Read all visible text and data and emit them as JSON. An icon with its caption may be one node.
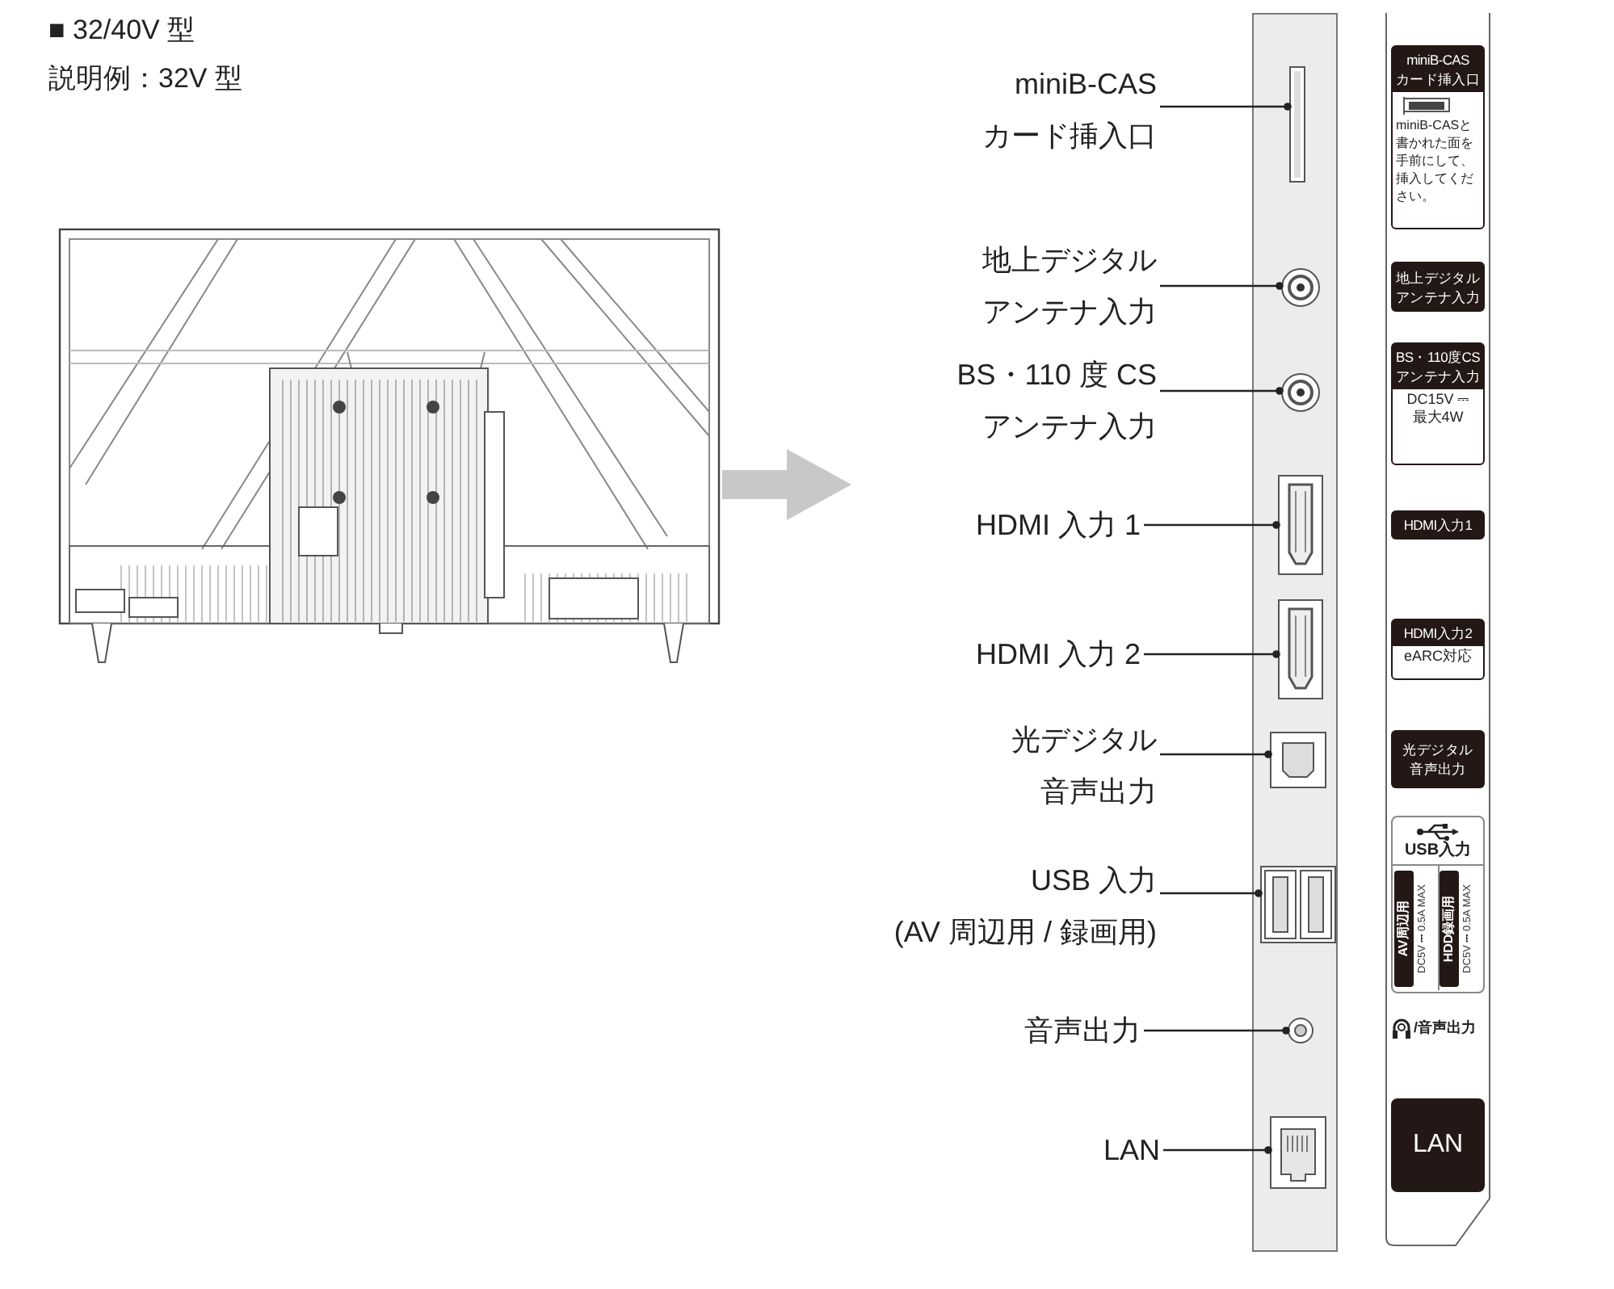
{
  "diagram": {
    "nodes": [
      {
        "text": [],
        "shape": "picture"
      },
      {
        "text": [],
        "shape": "bar"
      },
      {
        "text": [],
        "shape": "box",
        "in": 1
      },
      {
        "text": [],
        "shape": "circle",
        "in": 1
      },
      {
        "text": [],
        "shape": "circle",
        "in": 1
      },
      {
        "text": [],
        "shape": "box",
        "in": 1
      },
      {
        "text": [],
        "shape": "box",
        "in": 1
      },
      {
        "text": [],
        "shape": "box",
        "in": 1
      },
      {
        "text": [],
        "shape": "box",
        "in": 1
      },
      {
        "text": [],
        "shape": "circle",
        "in": 1
      },
      {
        "text": [],
        "shape": "box",
        "in": 1
      },
      {
        "text": [
          "miniB-CAS",
          "カード挿入口"
        ]
      },
      {
        "text": [
          "地上デジタル",
          "アンテナ入力"
        ]
      },
      {
        "text": [
          "BS・110 度 CS",
          "アンテナ入力"
        ]
      },
      {
        "text": [
          "HDMI 入力 1"
        ]
      },
      {
        "text": [
          "HDMI 入力 2"
        ]
      },
      {
        "text": [
          "光デジタル",
          "音声出力"
        ]
      },
      {
        "text": [
          "USB 入力",
          "(AV 周辺用 / 録画用)"
        ]
      },
      {
        "text": [
          "音声出力"
        ]
      },
      {
        "text": [
          "LAN"
        ]
      },
      {
        "text": [],
        "shape": "bar"
      },
      {
        "text": [
          "miniB-CAS",
          "カード挿入口",
          "miniB-CASと書かれた面を手前にして、挿入してください。"
        ],
        "in": 20
      },
      {
        "text": [
          "地上デジタル",
          "アンテナ入力"
        ],
        "in": 20
      },
      {
        "text": [
          "BS・110度CS",
          "アンテナ入力",
          "DC15V ⎓",
          "最大4W"
        ],
        "in": 20
      },
      {
        "text": [
          "HDMI入力1"
        ],
        "in": 20
      },
      {
        "text": [
          "HDMI入力2",
          "eARC対応"
        ],
        "in": 20
      },
      {
        "text": [
          "光デジタル",
          "音声出力"
        ],
        "in": 20
      },
      {
        "text": [
          "USB入力",
          "AV周辺用",
          "DC5V ⎓ 0.5A MAX",
          "HDD録画用",
          "DC5V ⎓ 0.5A MAX"
        ],
        "in": 20
      },
      {
        "text": [
          "LAN"
        ],
        "in": 20
      }
    ],
    "edges": [
      {
        "from": 0,
        "to": null,
        "arrow": "to",
        "style": "thick",
        "color": "#c8c8c8"
      },
      {
        "from": 11,
        "to": 2,
        "arrow": "other"
      },
      {
        "from": 12,
        "to": 3,
        "arrow": "other"
      },
      {
        "from": 13,
        "to": 4,
        "arrow": "other"
      },
      {
        "from": 14,
        "to": 5,
        "arrow": "other"
      },
      {
        "from": 15,
        "to": 6,
        "arrow": "other"
      },
      {
        "from": 16,
        "to": 7,
        "arrow": "other"
      },
      {
        "from": 17,
        "to": 8,
        "arrow": "other"
      },
      {
        "from": 18,
        "to": 9,
        "arrow": "other"
      },
      {
        "from": 19,
        "to": 10,
        "arrow": "other"
      }
    ],
    "labels": [
      "■ 32/40V 型",
      "説明例：32V 型",
      "/音声出力"
    ]
  }
}
